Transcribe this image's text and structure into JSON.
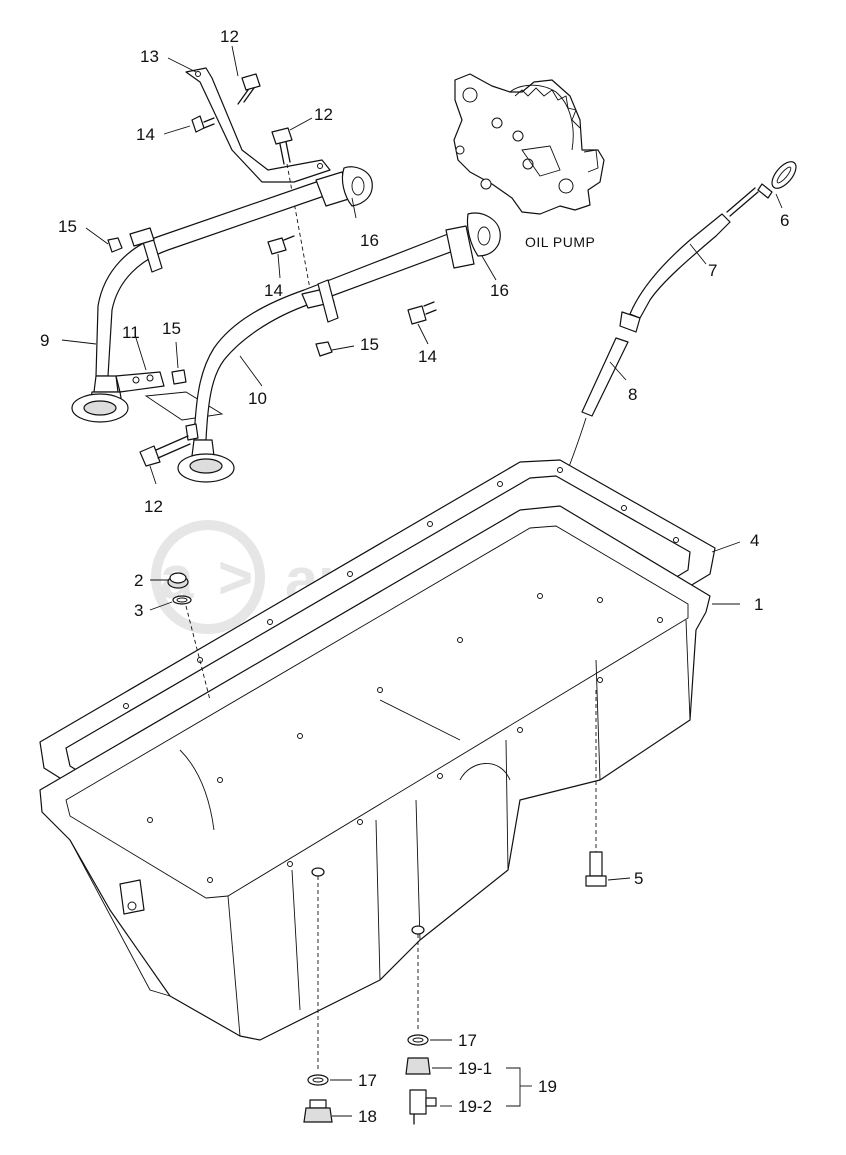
{
  "diagram": {
    "pump_label": "OIL PUMP",
    "watermark": "autopiter.ru",
    "callouts": {
      "c1": "1",
      "c2": "2",
      "c3": "3",
      "c4": "4",
      "c5": "5",
      "c6": "6",
      "c7": "7",
      "c8": "8",
      "c9": "9",
      "c10": "10",
      "c11": "11",
      "c12a": "12",
      "c12b": "12",
      "c12c": "12",
      "c13": "13",
      "c14a": "14",
      "c14b": "14",
      "c14c": "14",
      "c15a": "15",
      "c15b": "15",
      "c15c": "15",
      "c16a": "16",
      "c16b": "16",
      "c17a": "17",
      "c17b": "17",
      "c18": "18",
      "c19": "19",
      "c19_1": "19-1",
      "c19_2": "19-2"
    }
  }
}
